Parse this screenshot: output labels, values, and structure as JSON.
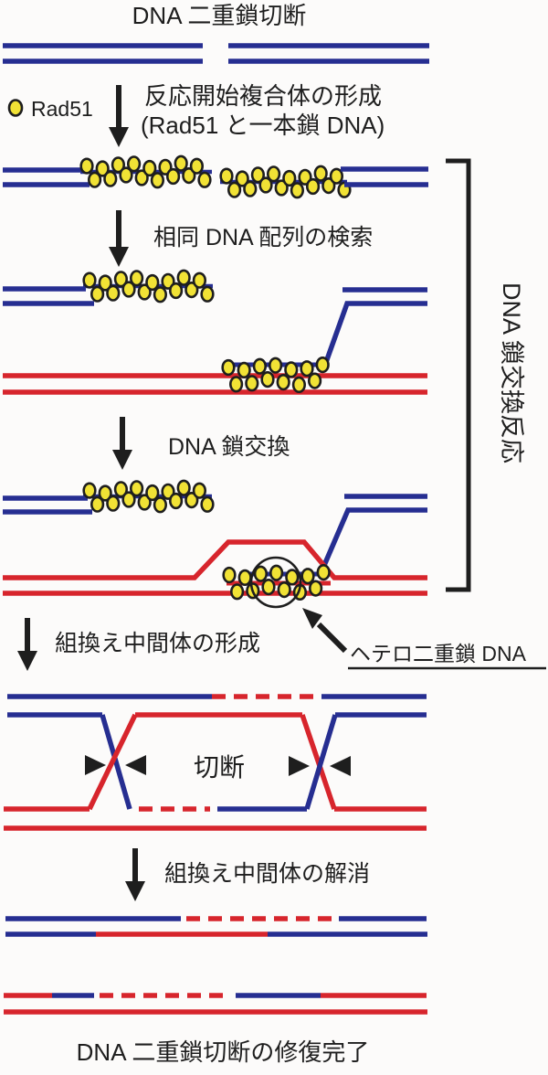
{
  "title": "DNA 二重鎖切断",
  "legend": {
    "icon": "rad51-bead-icon",
    "label": "Rad51"
  },
  "steps": {
    "form_complex_1": "反応開始複合体の形成",
    "form_complex_2": "(Rad51 と一本鎖 DNA)",
    "homology_search": "相同 DNA 配列の検索",
    "strand_exchange": "DNA 鎖交換",
    "intermediate_formation": "組換え中間体の形成",
    "intermediate_resolution": "組換え中間体の解消"
  },
  "annotations": {
    "bracket_label": "DNA 鎖交換反応",
    "heteroduplex_label": "ヘテロ二重鎖 DNA",
    "cleavage_label": "切断",
    "footer": "DNA 二重鎖切断の修復完了"
  },
  "colors": {
    "dna_blue": "#262e91",
    "dna_red": "#d7252c",
    "rad51_yellow": "#f1e235",
    "ink": "#1e1e1e"
  }
}
